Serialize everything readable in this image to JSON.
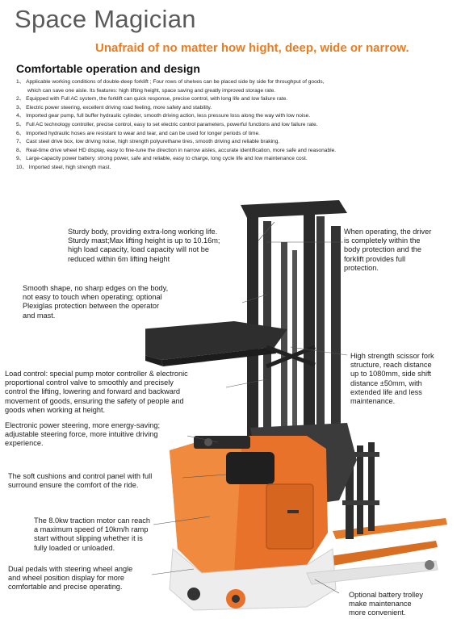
{
  "header": {
    "title": "Space Magician",
    "subtitle": "Unafraid of no matter how hight, deep, wide or narrow.",
    "section_title": "Comfortable operation and design"
  },
  "features": [
    "1、 Applicable working conditions of double-deep forklift ; Four rows of shelves can be placed side by side for throughput of goods,",
    "which can save one aisle. Its features: high lifting height, space saving and greatly improved storage rate.",
    "2、 Equipped with Full AC system, the forklift can quick response, precise control, with long life and low failure rate.",
    "3、 Electric power steering, excellent driving road feeling, more safety and stability.",
    "4、 Imported gear pump, full buffer hydraulic cylinder, smooth driving action, less pressure loss along the way with low noise.",
    "5、 Full AC technology controller, precise control, easy to set electric control parameters, powerful functions and low failure rate.",
    "6、 Imported hydraulic hoses are resistant to wear and tear, and can be used for longer periods of time.",
    "7、 Cast steel drive box, low driving noise, high strength polyurethane tires, smooth driving and reliable braking.",
    "8、 Real-time drive wheel HD display, easy to fine-tune the direction in narrow aisles, accurate identification, more safe and reasonable.",
    "9、 Large-capacity power battery: strong power, safe and reliable, easy to charge, long cycle life and low maintenance cost.",
    "10、 Imported steel, high strength mast."
  ],
  "callouts": {
    "mast": [
      "Sturdy body, providing extra-long working life.",
      "Sturdy mast;Max lifting height is up to 10.16m;",
      "high load capacity, load capacity will not be",
      "reduced within 6m lifting height"
    ],
    "driver": [
      "When operating, the driver",
      "is completely within the",
      "body protection and the",
      "forklift provides full",
      "protection."
    ],
    "shape": [
      "Smooth shape, no sharp edges on the body,",
      "not easy to touch when operating; optional",
      "Plexiglas protection between the operator",
      "and mast."
    ],
    "fork": [
      "High strength scissor fork",
      "structure, reach distance",
      "up to 1080mm, side shift",
      "distance ±50mm, with",
      "extended life and less",
      "maintenance."
    ],
    "load": [
      "Load control: special pump motor controller & electronic",
      "proportional control valve to smoothly and precisely",
      "control the lifting, lowering and forward and backward",
      "movement of goods, ensuring the safety of people and",
      "goods when working at height."
    ],
    "steering": [
      "Electronic power steering, more energy-saving;",
      "adjustable steering force, more intuitive driving",
      "experience."
    ],
    "cushion": [
      "The soft cushions and control panel with full",
      "surround ensure the comfort of the ride."
    ],
    "motor": [
      "The 8.0kw traction motor can reach",
      "a maximum speed of 10km/h ramp",
      "start without slipping whether it is",
      "fully loaded or unloaded."
    ],
    "pedal": [
      "Dual pedals with steering wheel angle",
      "and wheel position display for more",
      "comfortable and precise operating."
    ],
    "battery": [
      "Optional battery trolley",
      "make maintenance",
      "more convenient."
    ]
  },
  "colors": {
    "accent": "#f07a1e",
    "mast": "#2b2b2b",
    "body": "#e8722a",
    "base": "#e9e9e9"
  }
}
